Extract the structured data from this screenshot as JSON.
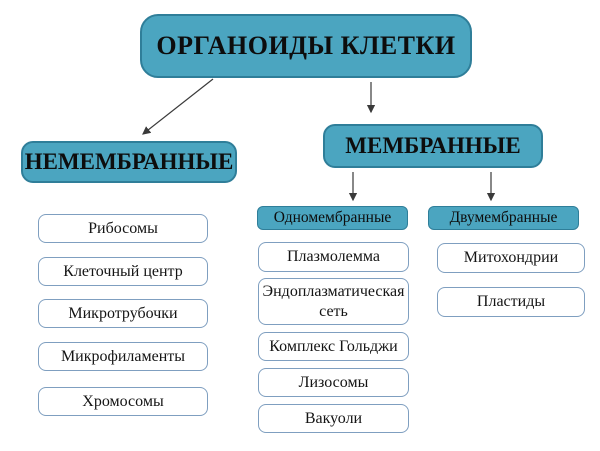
{
  "diagram": {
    "title": "ОРГАНОИДЫ КЛЕТКИ",
    "left_branch": {
      "label": "НЕМЕМБРАННЫЕ",
      "items": [
        "Рибосомы",
        "Клеточный центр",
        "Микротрубочки",
        "Микрофиламенты",
        "Хромосомы"
      ]
    },
    "right_branch": {
      "label": "МЕМБРАННЫЕ",
      "sub_branches": [
        {
          "label": "Одномембранные",
          "items": [
            "Плазмолемма",
            "Эндоплазматическая сеть",
            "Комплекс Гольджи",
            "Лизосомы",
            "Вакуоли"
          ]
        },
        {
          "label": "Двумембранные",
          "items": [
            "Митохондрии",
            "Пластиды"
          ]
        }
      ]
    },
    "colors": {
      "node_fill": "#4ba5c0",
      "node_border": "#2f7e99",
      "leaf_fill": "#ffffff",
      "leaf_border": "#7f9fc0",
      "text": "#0d0d0d",
      "arrow": "#3a3a3a",
      "background": "#ffffff"
    }
  }
}
